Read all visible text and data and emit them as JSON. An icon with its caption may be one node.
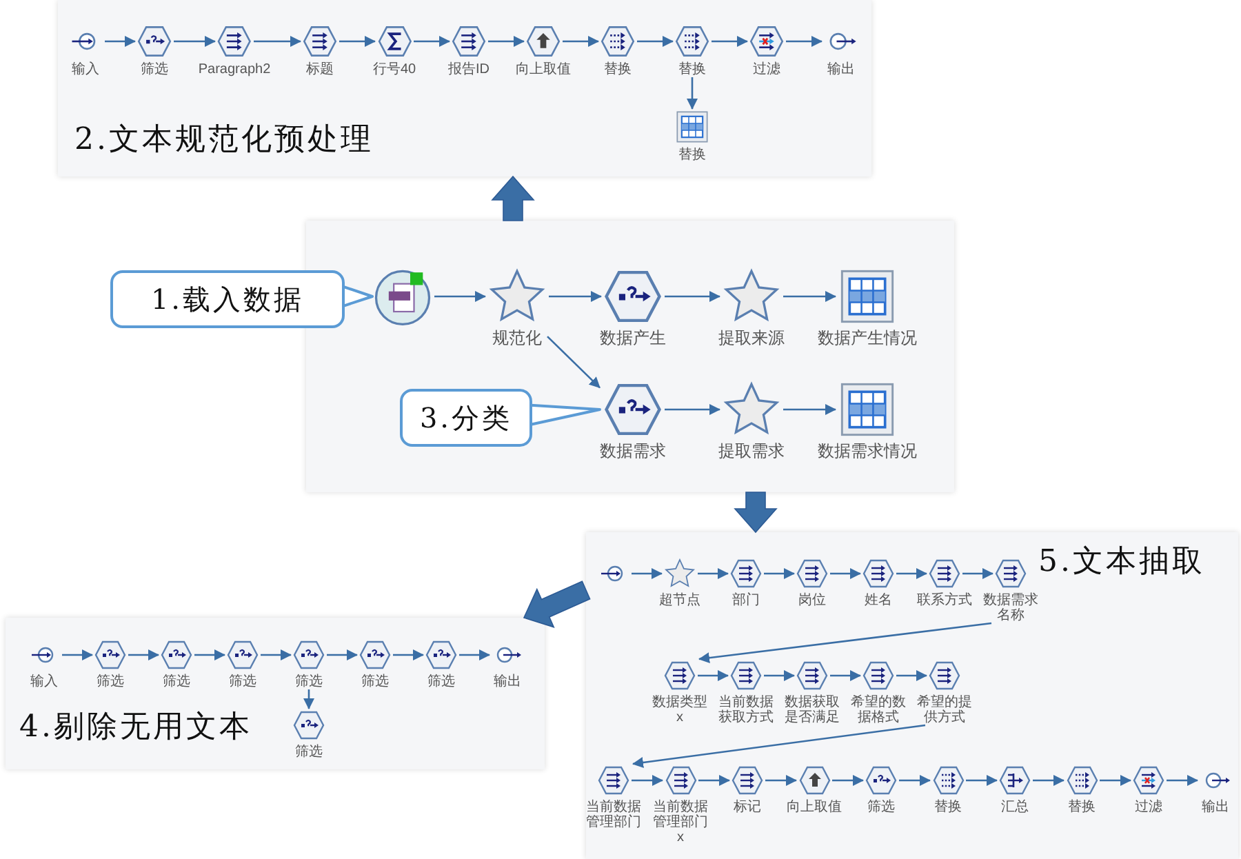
{
  "diagram": {
    "nodes": [
      {
        "text": [
          "2.文本规范化预处理"
        ]
      },
      {
        "text": [
          "输入"
        ],
        "in": 0
      },
      {
        "text": [
          "筛选"
        ],
        "in": 0
      },
      {
        "text": [
          "Paragraph2"
        ],
        "in": 0
      },
      {
        "text": [
          "标题"
        ],
        "in": 0
      },
      {
        "text": [
          "行号40"
        ],
        "in": 0
      },
      {
        "text": [
          "报告ID"
        ],
        "in": 0
      },
      {
        "text": [
          "向上取值"
        ],
        "in": 0
      },
      {
        "text": [
          "替换"
        ],
        "in": 0
      },
      {
        "text": [
          "替换"
        ],
        "in": 0
      },
      {
        "text": [
          "过滤"
        ],
        "in": 0
      },
      {
        "text": [
          "输出"
        ],
        "in": 0
      },
      {
        "text": [
          "替换"
        ],
        "in": 0
      },
      {
        "text": [],
        "shape": "box"
      },
      {
        "text": [
          "1.载入数据"
        ]
      },
      {
        "text": [],
        "shape": "picture",
        "in": 13
      },
      {
        "text": [
          "规范化"
        ],
        "in": 13
      },
      {
        "text": [
          "数据产生"
        ],
        "in": 13
      },
      {
        "text": [
          "提取来源"
        ],
        "in": 13
      },
      {
        "text": [
          "数据产生情况"
        ],
        "in": 13
      },
      {
        "text": [
          "3.分类"
        ],
        "in": 13
      },
      {
        "text": [
          "数据需求"
        ],
        "in": 13
      },
      {
        "text": [
          "提取需求"
        ],
        "in": 13
      },
      {
        "text": [
          "数据需求情况"
        ],
        "in": 13
      },
      {
        "text": [
          "4.剔除无用文本"
        ]
      },
      {
        "text": [
          "输入"
        ],
        "in": 24
      },
      {
        "text": [
          "筛选"
        ],
        "in": 24
      },
      {
        "text": [
          "筛选"
        ],
        "in": 24
      },
      {
        "text": [
          "筛选"
        ],
        "in": 24
      },
      {
        "text": [
          "筛选"
        ],
        "in": 24
      },
      {
        "text": [
          "筛选"
        ],
        "in": 24
      },
      {
        "text": [
          "筛选"
        ],
        "in": 24
      },
      {
        "text": [
          "输出"
        ],
        "in": 24
      },
      {
        "text": [
          "筛选"
        ],
        "in": 24
      },
      {
        "text": [
          "5.文本抽取"
        ]
      },
      {
        "text": [],
        "shape": "circle",
        "in": 34
      },
      {
        "text": [
          "超节点"
        ],
        "in": 34
      },
      {
        "text": [
          "部门"
        ],
        "in": 34
      },
      {
        "text": [
          "岗位"
        ],
        "in": 34
      },
      {
        "text": [
          "姓名"
        ],
        "in": 34
      },
      {
        "text": [
          "联系方式"
        ],
        "in": 34
      },
      {
        "text": [
          "数据需求名称"
        ],
        "in": 34
      },
      {
        "text": [
          "数据类型x"
        ],
        "in": 34
      },
      {
        "text": [
          "当前数据获取方式"
        ],
        "in": 34
      },
      {
        "text": [
          "数据获取是否满足"
        ],
        "in": 34
      },
      {
        "text": [
          "希望的数据格式"
        ],
        "in": 34
      },
      {
        "text": [
          "希望的提供方式"
        ],
        "in": 34
      },
      {
        "text": [
          "当前数据管理部门"
        ],
        "in": 34
      },
      {
        "text": [
          "当前数据管理部门x"
        ],
        "in": 34
      },
      {
        "text": [
          "标记"
        ],
        "in": 34
      },
      {
        "text": [
          "向上取值"
        ],
        "in": 34
      },
      {
        "text": [
          "筛选"
        ],
        "in": 34
      },
      {
        "text": [
          "替换"
        ],
        "in": 34
      },
      {
        "text": [
          "汇总"
        ],
        "in": 34
      },
      {
        "text": [
          "替换"
        ],
        "in": 34
      },
      {
        "text": [
          "过滤"
        ],
        "in": 34
      },
      {
        "text": [
          "输出"
        ],
        "in": 34
      }
    ],
    "edges": [
      {
        "from": 1,
        "to": 2,
        "arrow": "to"
      },
      {
        "from": 2,
        "to": 3,
        "arrow": "to"
      },
      {
        "from": 3,
        "to": 4,
        "arrow": "to"
      },
      {
        "from": 4,
        "to": 5,
        "arrow": "to"
      },
      {
        "from": 5,
        "to": 6,
        "arrow": "to"
      },
      {
        "from": 6,
        "to": 7,
        "arrow": "to"
      },
      {
        "from": 7,
        "to": 8,
        "arrow": "to"
      },
      {
        "from": 8,
        "to": 9,
        "arrow": "to"
      },
      {
        "from": 9,
        "to": 10,
        "arrow": "to"
      },
      {
        "from": 10,
        "to": 11,
        "arrow": "to"
      },
      {
        "from": 9,
        "to": 12,
        "arrow": "to"
      },
      {
        "from": 15,
        "to": 16,
        "arrow": "to"
      },
      {
        "from": 16,
        "to": 17,
        "arrow": "to"
      },
      {
        "from": 17,
        "to": 18,
        "arrow": "to"
      },
      {
        "from": 18,
        "to": 19,
        "arrow": "to"
      },
      {
        "from": 16,
        "to": 21,
        "arrow": "to"
      },
      {
        "from": 21,
        "to": 22,
        "arrow": "to"
      },
      {
        "from": 22,
        "to": 23,
        "arrow": "to"
      },
      {
        "from": 14,
        "to": 15,
        "arrow": "to"
      },
      {
        "from": 20,
        "to": 21,
        "arrow": "to"
      },
      {
        "from": 25,
        "to": 26,
        "arrow": "to"
      },
      {
        "from": 26,
        "to": 27,
        "arrow": "to"
      },
      {
        "from": 27,
        "to": 28,
        "arrow": "to"
      },
      {
        "from": 28,
        "to": 29,
        "arrow": "to"
      },
      {
        "from": 29,
        "to": 30,
        "arrow": "to"
      },
      {
        "from": 30,
        "to": 31,
        "arrow": "to"
      },
      {
        "from": 31,
        "to": 32,
        "arrow": "to"
      },
      {
        "from": 29,
        "to": 33,
        "arrow": "to"
      },
      {
        "from": 35,
        "to": 36,
        "arrow": "to"
      },
      {
        "from": 36,
        "to": 37,
        "arrow": "to"
      },
      {
        "from": 37,
        "to": 38,
        "arrow": "to"
      },
      {
        "from": 38,
        "to": 39,
        "arrow": "to"
      },
      {
        "from": 39,
        "to": 40,
        "arrow": "to"
      },
      {
        "from": 40,
        "to": 41,
        "arrow": "to"
      },
      {
        "from": 41,
        "to": 42,
        "arrow": "to"
      },
      {
        "from": 42,
        "to": 43,
        "arrow": "to"
      },
      {
        "from": 43,
        "to": 44,
        "arrow": "to"
      },
      {
        "from": 44,
        "to": 45,
        "arrow": "to"
      },
      {
        "from": 45,
        "to": 46,
        "arrow": "to"
      },
      {
        "from": 46,
        "to": 47,
        "arrow": "to"
      },
      {
        "from": 47,
        "to": 48,
        "arrow": "to"
      },
      {
        "from": 48,
        "to": 49,
        "arrow": "to"
      },
      {
        "from": 49,
        "to": 50,
        "arrow": "to"
      },
      {
        "from": 50,
        "to": 51,
        "arrow": "to"
      },
      {
        "from": 51,
        "to": 52,
        "arrow": "to"
      },
      {
        "from": 52,
        "to": 53,
        "arrow": "to"
      },
      {
        "from": 53,
        "to": 54,
        "arrow": "to"
      },
      {
        "from": 54,
        "to": 55,
        "arrow": "to"
      },
      {
        "from": 55,
        "to": 56,
        "arrow": "to"
      },
      {
        "from": 13,
        "to": 0,
        "arrow": "to",
        "style": "thick"
      },
      {
        "from": 13,
        "to": 34,
        "arrow": "to",
        "style": "thick"
      },
      {
        "from": 34,
        "to": 24,
        "arrow": "to",
        "style": "thick"
      }
    ]
  }
}
